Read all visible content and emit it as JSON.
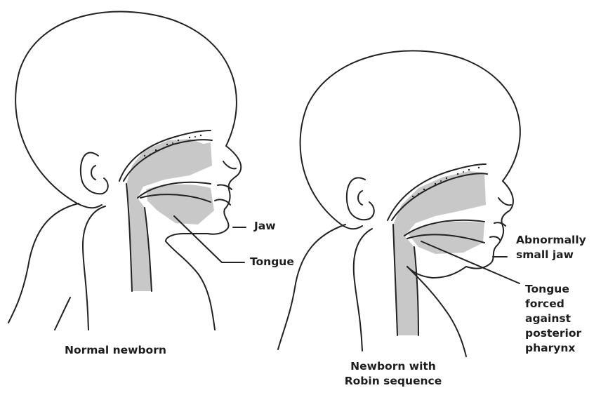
{
  "colors": {
    "line": "#222222",
    "shade": "#c8c8c8",
    "paper": "#ffffff"
  },
  "left": {
    "caption": "Normal newborn",
    "labels": {
      "jaw": "Jaw",
      "tongue": "Tongue"
    }
  },
  "right": {
    "caption_lines": [
      "Newborn with",
      "Robin sequence"
    ],
    "labels": {
      "jaw_lines": [
        "Abnormally",
        "small jaw"
      ],
      "tongue_lines": [
        "Tongue",
        "forced",
        "against",
        "posterior",
        "pharynx"
      ]
    }
  }
}
